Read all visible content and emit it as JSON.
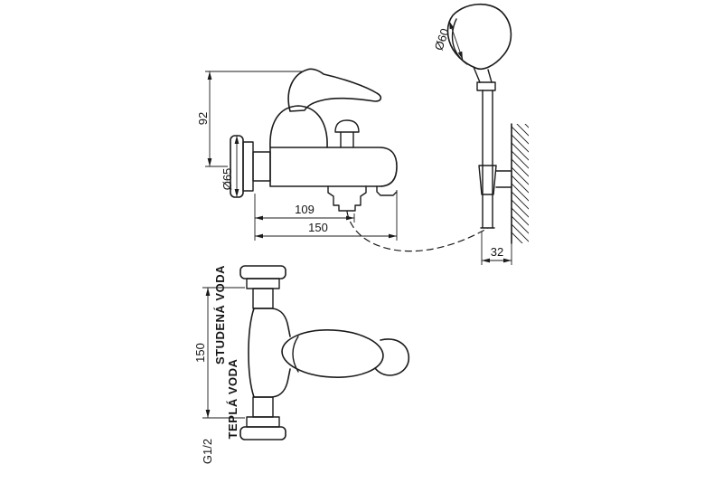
{
  "page": {
    "background": "#ffffff",
    "ink": "#1b1b1b"
  },
  "side_view": {
    "dim_height": "92",
    "dim_flange_diameter": "Ø65",
    "dim_spout_center": "109",
    "dim_total_reach": "150"
  },
  "shower": {
    "dim_head_diameter": "Ø60",
    "dim_hose_offset": "32"
  },
  "plan_view": {
    "label_cold_water": "STUDENÁ VODA",
    "label_hot_water": "TEPLÁ VODA",
    "dim_connection_spacing": "150",
    "label_thread": "G1/2"
  }
}
